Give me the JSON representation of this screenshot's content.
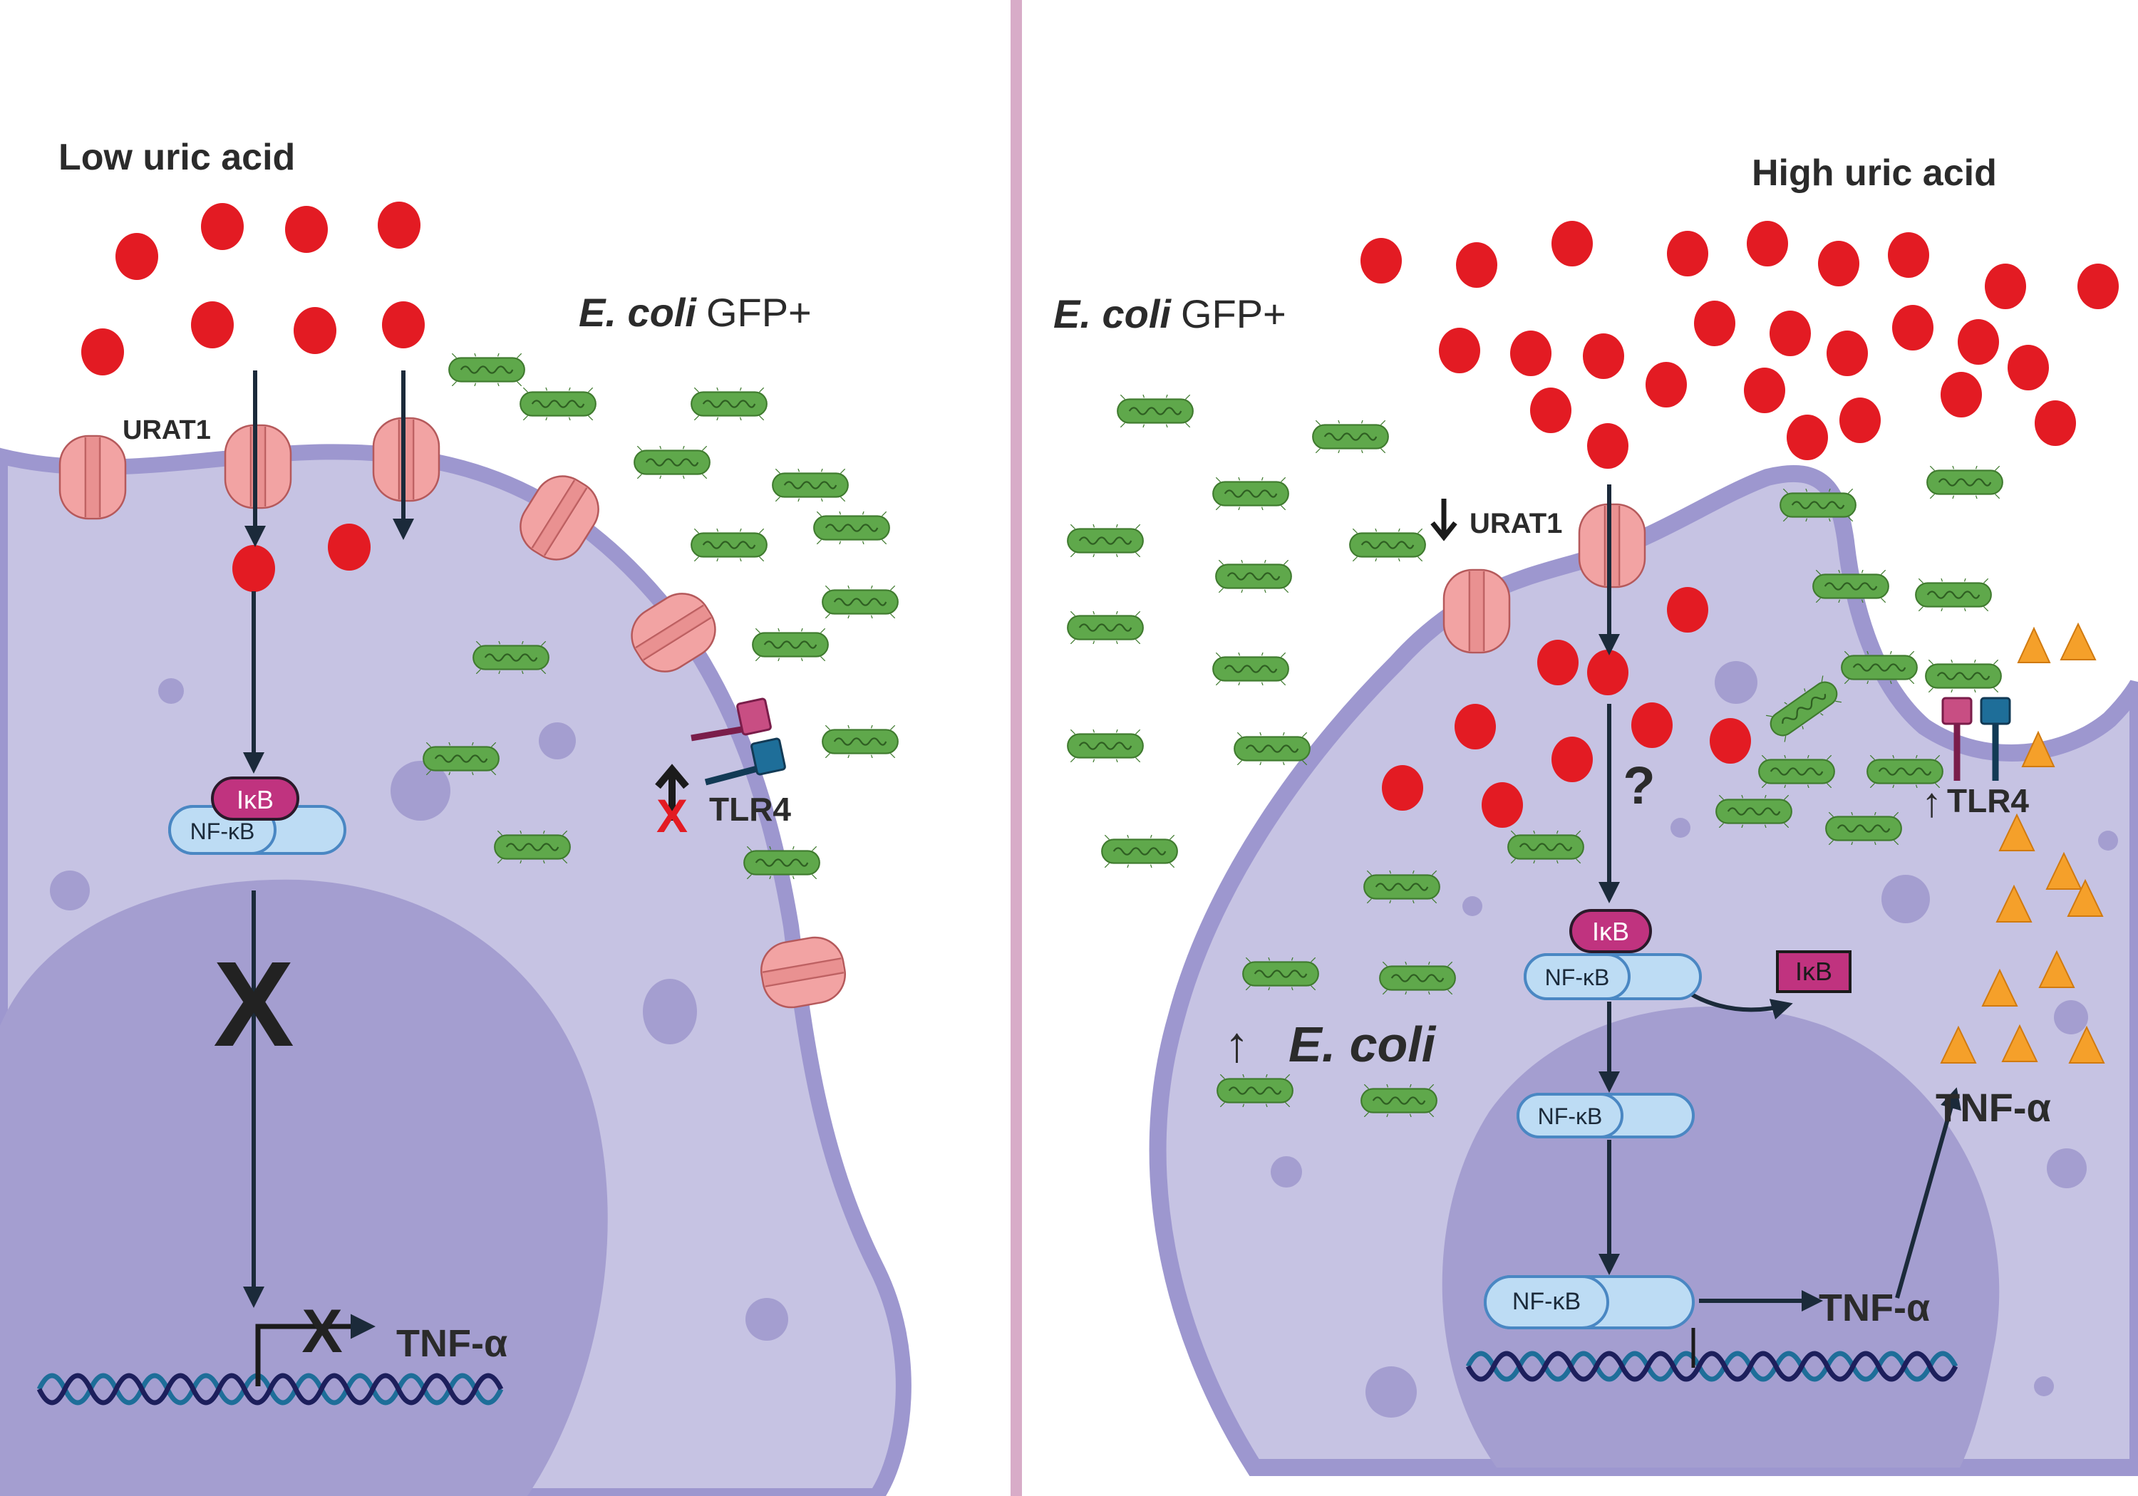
{
  "left_panel": {
    "title": "Low uric acid",
    "ecoli_italic": "E. coli",
    "ecoli_suffix": "GFP+",
    "urat1_label": "URAT1",
    "tlr4_label": "TLR4",
    "ikb_label": "IκB",
    "nfkb_label": "NF-κB",
    "tnf_label": "TNF-α",
    "block_mark": "X"
  },
  "right_panel": {
    "title": "High uric acid",
    "ecoli_italic": "E. coli",
    "ecoli_suffix": "GFP+",
    "urat1_label": "URAT1",
    "tlr4_label": "TLR4",
    "question_mark": "?",
    "ikb_label": "IκB",
    "ikb_released_label": "IκB",
    "nfkb_label_cytoplasm": "NF-κB",
    "nfkb_label_translocating": "NF-κB",
    "nfkb_label_nucleus": "NF-κB",
    "tnf_gene_label": "TNF-α",
    "tnf_secreted_label": "TNF-α",
    "ecoli_increase_label": "E. coli",
    "up_arrow": "↑",
    "down_arrow": "↓"
  },
  "colors": {
    "cell": "#c6c3e3",
    "cell_membrane": "#9d97cf",
    "nucleus": "#a49ed0",
    "uric_acid": "#e31b23",
    "urat1": "#f2a3a3",
    "ecoli": "#5fa84b",
    "ikb": "#c0337f",
    "nfkb": "#bddcf4",
    "tnf_triangle": "#f5a02a",
    "divider": "#d8acc8",
    "arrow": "#1b2a3a"
  }
}
